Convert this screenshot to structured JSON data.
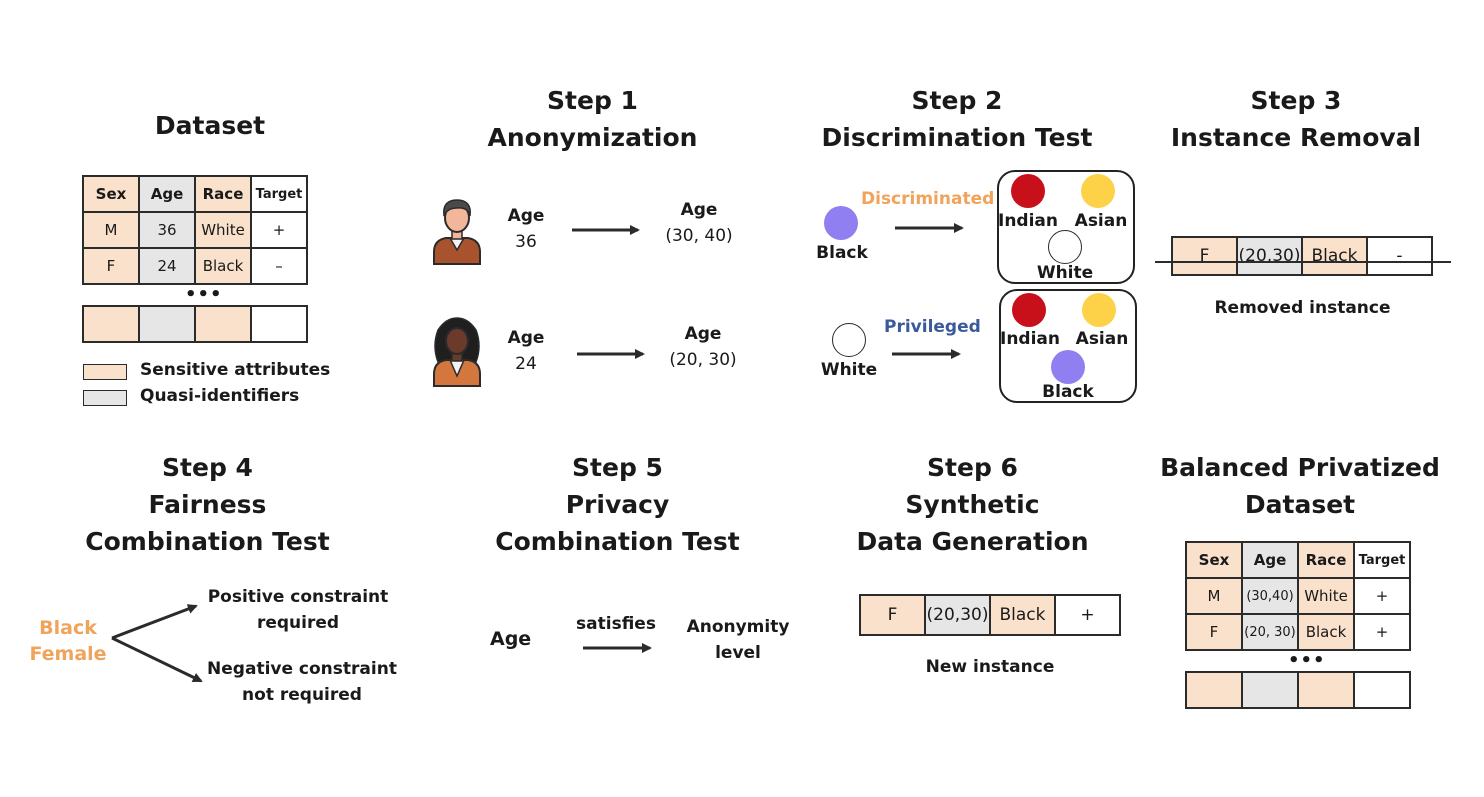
{
  "colors": {
    "sensitive": "#fae1cb",
    "quasi": "#e6e6e6",
    "discriminated": "#f0a35a",
    "privileged": "#3a5a9c",
    "black_circle": "#8f7ff0",
    "indian_circle": "#c8101a",
    "asian_circle": "#fdd248",
    "white_circle": "#ffffff"
  },
  "dataset": {
    "title": "Dataset",
    "headers": [
      "Sex",
      "Age",
      "Race",
      "Target"
    ],
    "rows": [
      [
        "M",
        "36",
        "White",
        "+"
      ],
      [
        "F",
        "24",
        "Black",
        "–"
      ]
    ],
    "dots": "•••",
    "legend": {
      "sensitive": "Sensitive attributes",
      "quasi": "Quasi-identifiers"
    }
  },
  "step1": {
    "title_line1": "Step 1",
    "title_line2": "Anonymization",
    "row1": {
      "from_label": "Age",
      "from_value": "36",
      "to_label": "Age",
      "to_value": "(30, 40)",
      "icon": "man-avatar-icon"
    },
    "row2": {
      "from_label": "Age",
      "from_value": "24",
      "to_label": "Age",
      "to_value": "(20, 30)",
      "icon": "woman-avatar-icon"
    }
  },
  "step2": {
    "title_line1": "Step 2",
    "title_line2": "Discrimination Test",
    "row1": {
      "subject": "Black",
      "relation": "Discriminated",
      "group": [
        "Indian",
        "Asian",
        "White"
      ]
    },
    "row2": {
      "subject": "White",
      "relation": "Privileged",
      "group": [
        "Indian",
        "Asian",
        "Black"
      ]
    }
  },
  "step3": {
    "title_line1": "Step 3",
    "title_line2": "Instance Removal",
    "instance": [
      "F",
      "(20,30)",
      "Black",
      "-"
    ],
    "caption": "Removed instance"
  },
  "step4": {
    "title_line1": "Step 4",
    "title_line2": "Fairness",
    "title_line3": "Combination Test",
    "group_line1": "Black",
    "group_line2": "Female",
    "pos_line1": "Positive constraint",
    "pos_line2": "required",
    "neg_line1": "Negative constraint",
    "neg_line2": "not required"
  },
  "step5": {
    "title_line1": "Step 5",
    "title_line2": "Privacy",
    "title_line3": "Combination Test",
    "attr": "Age",
    "relation": "satisfies",
    "target_line1": "Anonymity",
    "target_line2": "level"
  },
  "step6": {
    "title_line1": "Step 6",
    "title_line2": "Synthetic",
    "title_line3": "Data Generation",
    "instance": [
      "F",
      "(20,30)",
      "Black",
      "+"
    ],
    "caption": "New instance"
  },
  "final": {
    "title_line1": "Balanced Privatized",
    "title_line2": "Dataset",
    "headers": [
      "Sex",
      "Age",
      "Race",
      "Target"
    ],
    "rows": [
      [
        "M",
        "(30,40)",
        "White",
        "+"
      ],
      [
        "F",
        "(20, 30)",
        "Black",
        "+"
      ]
    ],
    "dots": "•••"
  }
}
